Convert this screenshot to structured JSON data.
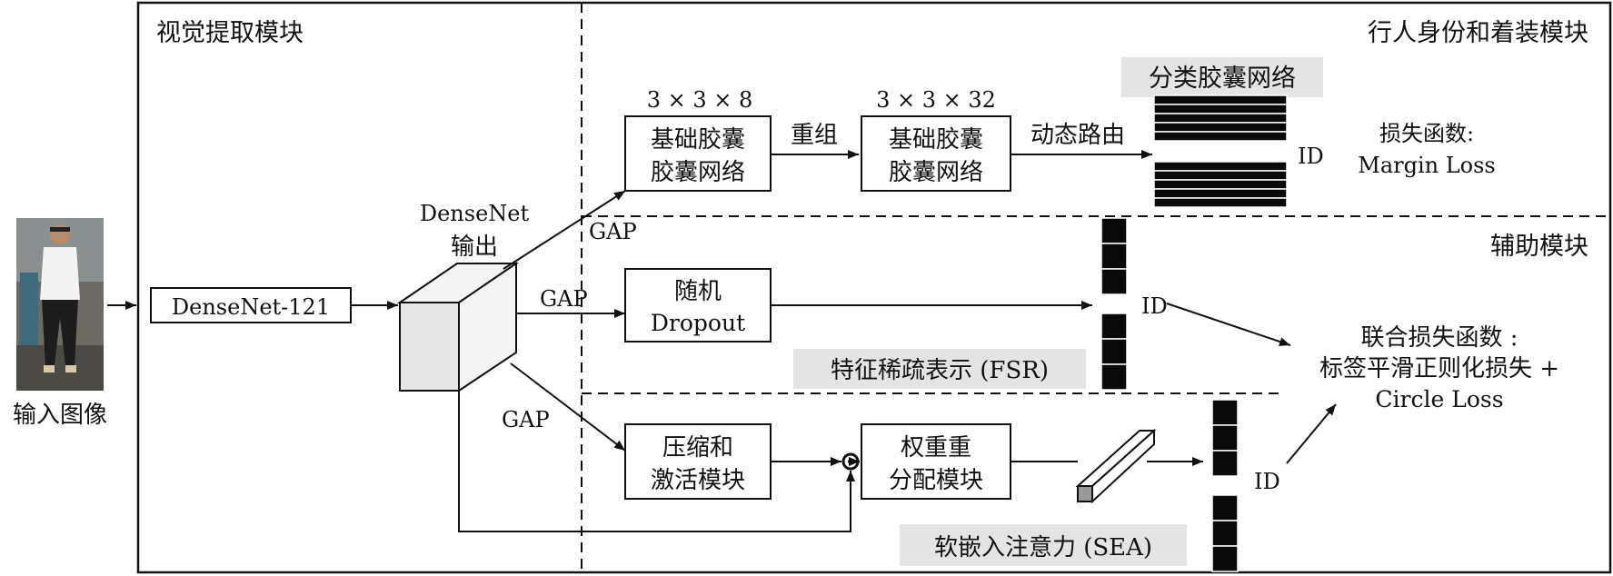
{
  "diagram": {
    "input_label": "输入图像",
    "regions": {
      "visual": "视觉提取模块",
      "id_clothing": "行人身份和着装模块",
      "auxiliary": "辅助模块"
    },
    "densenet121": "DenseNet-121",
    "densenet_output": [
      "DenseNet",
      "输出"
    ],
    "gap": "GAP",
    "capsule_dim_1": "3 × 3 × 8",
    "capsule_dim_2": "3 × 3 × 32",
    "capsule_box_1": [
      "基础胶囊",
      "胶囊网络"
    ],
    "capsule_box_2": [
      "基础胶囊",
      "胶囊网络"
    ],
    "regroup": "重组",
    "dynamic_routing": "动态路由",
    "classification_capsule": "分类胶囊网络",
    "id_label": "ID",
    "margin_loss": [
      "损失函数:",
      "Margin Loss"
    ],
    "random_dropout": [
      "随机",
      "Dropout"
    ],
    "fsr": "特征稀疏表示 (FSR)",
    "joint_loss": [
      "联合损失函数 :",
      "标签平滑正则化损失 +",
      "Circle Loss"
    ],
    "squeeze_excite": [
      "压缩和",
      "激活模块"
    ],
    "reweight": [
      "权重重",
      "分配模块"
    ],
    "sea": "软嵌入注意力 (SEA)"
  },
  "colors": {
    "ink": "#111111",
    "label_background": "#e4e4e4",
    "cube_fill": "#e6e6e6",
    "bar_fill": "#0a0a0a"
  }
}
